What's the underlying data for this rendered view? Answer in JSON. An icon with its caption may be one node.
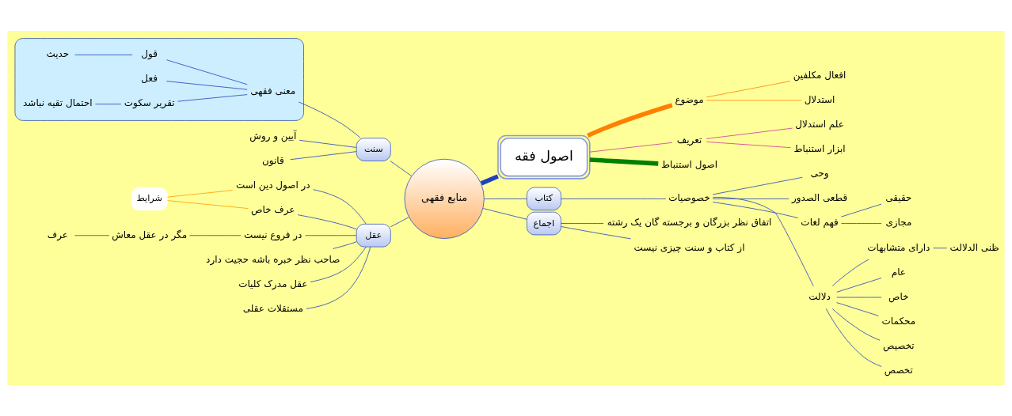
{
  "diagram": {
    "nodes": [
      {
        "text": [
          "اصول فقه"
        ]
      },
      {
        "text": [
          "موضوع"
        ]
      },
      {
        "text": [
          "افعال مکلفین"
        ]
      },
      {
        "text": [
          "استدلال"
        ]
      },
      {
        "text": [
          "تعریف"
        ]
      },
      {
        "text": [
          "علم استدلال"
        ]
      },
      {
        "text": [
          "ابزار استنباط"
        ]
      },
      {
        "text": [
          "اصول استنباط"
        ]
      },
      {
        "text": [
          "منابع فقهی"
        ]
      },
      {
        "text": [
          "کتاب"
        ]
      },
      {
        "text": [
          "خصوصیات"
        ]
      },
      {
        "text": [
          "وحی"
        ]
      },
      {
        "text": [
          "قطعی الصدور"
        ]
      },
      {
        "text": [
          "فهم لغات"
        ]
      },
      {
        "text": [
          "حقیقی"
        ]
      },
      {
        "text": [
          "مجازی"
        ]
      },
      {
        "text": [
          "دلالت"
        ]
      },
      {
        "text": [
          "دارای متشابهات"
        ]
      },
      {
        "text": [
          "ظنی الدلالت"
        ]
      },
      {
        "text": [
          "عام"
        ]
      },
      {
        "text": [
          "خاص"
        ]
      },
      {
        "text": [
          "محکمات"
        ]
      },
      {
        "text": [
          "تخصیص"
        ]
      },
      {
        "text": [
          "تخصص"
        ]
      },
      {
        "text": [
          "سنت"
        ]
      },
      {
        "text": [],
        "shape": "cloud"
      },
      {
        "text": [
          "معنی فقهی"
        ],
        "in": 25
      },
      {
        "text": [
          "قول"
        ],
        "in": 25
      },
      {
        "text": [
          "حدیث"
        ],
        "in": 25
      },
      {
        "text": [
          "فعل"
        ],
        "in": 25
      },
      {
        "text": [
          "تقریر سکوت"
        ],
        "in": 25
      },
      {
        "text": [
          "احتمال تقیه نباشد"
        ],
        "in": 25
      },
      {
        "text": [
          "آیین و روش"
        ]
      },
      {
        "text": [
          "قانون"
        ]
      },
      {
        "text": [
          "عقل"
        ]
      },
      {
        "text": [
          "در اصول دین است"
        ]
      },
      {
        "text": [
          "در فروع نیست"
        ]
      },
      {
        "text": [
          "مگر در عقل معاش"
        ]
      },
      {
        "text": [
          "عرف"
        ]
      },
      {
        "text": [
          "صاحب نظر خبره باشه حجیت دارد"
        ]
      },
      {
        "text": [
          "عقل مدرک کلیات"
        ]
      },
      {
        "text": [
          "مستقلات عقلی"
        ]
      },
      {
        "text": [
          "عرف خاص"
        ]
      },
      {
        "text": [
          "شرایط"
        ]
      },
      {
        "text": [
          "اجماع"
        ]
      },
      {
        "text": [
          "اتفاق نظر بزرگان و برجسته گان یک رشته"
        ]
      },
      {
        "text": [
          "از کتاب و سنت چیزی نیست"
        ]
      }
    ],
    "edges": [
      {
        "from": 0,
        "to": 1,
        "arrow": "none",
        "style": "thick",
        "color": "#ff8000"
      },
      {
        "from": 1,
        "to": 2,
        "arrow": "none",
        "color": "#ff8000"
      },
      {
        "from": 1,
        "to": 3,
        "arrow": "none",
        "color": "#ff8000"
      },
      {
        "from": 0,
        "to": 4,
        "arrow": "none",
        "color": "#cc3399"
      },
      {
        "from": 4,
        "to": 5,
        "arrow": "none",
        "color": "#cc3399"
      },
      {
        "from": 4,
        "to": 6,
        "arrow": "none",
        "color": "#cc3399"
      },
      {
        "from": 0,
        "to": 7,
        "arrow": "none",
        "style": "thick",
        "color": "#008000"
      },
      {
        "from": 0,
        "to": 8,
        "arrow": "none",
        "style": "thick"
      },
      {
        "from": 8,
        "to": 9,
        "arrow": "none"
      },
      {
        "from": 9,
        "to": 10,
        "arrow": "none"
      },
      {
        "from": 10,
        "to": 11,
        "arrow": "none"
      },
      {
        "from": 10,
        "to": 12,
        "arrow": "none"
      },
      {
        "from": 10,
        "to": 13,
        "arrow": "none"
      },
      {
        "from": 13,
        "to": 14,
        "arrow": "none"
      },
      {
        "from": 13,
        "to": 15,
        "arrow": "none"
      },
      {
        "from": 10,
        "to": 16,
        "arrow": "none"
      },
      {
        "from": 16,
        "to": 17,
        "arrow": "none"
      },
      {
        "from": 17,
        "to": 18,
        "arrow": "none"
      },
      {
        "from": 16,
        "to": 19,
        "arrow": "none"
      },
      {
        "from": 16,
        "to": 20,
        "arrow": "none"
      },
      {
        "from": 16,
        "to": 21,
        "arrow": "none"
      },
      {
        "from": 16,
        "to": 22,
        "arrow": "none"
      },
      {
        "from": 16,
        "to": 23,
        "arrow": "none"
      },
      {
        "from": 8,
        "to": 24,
        "arrow": "none"
      },
      {
        "from": 24,
        "to": 26,
        "arrow": "none"
      },
      {
        "from": 26,
        "to": 27,
        "arrow": "none"
      },
      {
        "from": 27,
        "to": 28,
        "arrow": "none"
      },
      {
        "from": 26,
        "to": 29,
        "arrow": "none"
      },
      {
        "from": 26,
        "to": 30,
        "arrow": "none"
      },
      {
        "from": 30,
        "to": 31,
        "arrow": "none"
      },
      {
        "from": 24,
        "to": 32,
        "arrow": "none"
      },
      {
        "from": 24,
        "to": 33,
        "arrow": "none"
      },
      {
        "from": 8,
        "to": 34,
        "arrow": "none"
      },
      {
        "from": 34,
        "to": 35,
        "arrow": "none"
      },
      {
        "from": 34,
        "to": 36,
        "arrow": "none"
      },
      {
        "from": 36,
        "to": 37,
        "arrow": "none"
      },
      {
        "from": 37,
        "to": 38,
        "arrow": "none"
      },
      {
        "from": 34,
        "to": 39,
        "arrow": "none"
      },
      {
        "from": 34,
        "to": 40,
        "arrow": "none"
      },
      {
        "from": 34,
        "to": 41,
        "arrow": "none"
      },
      {
        "from": 34,
        "to": 42,
        "arrow": "none"
      },
      {
        "from": 43,
        "to": 35,
        "arrow": "none",
        "color": "#ff9900"
      },
      {
        "from": 43,
        "to": 42,
        "arrow": "none",
        "color": "#ff9900"
      },
      {
        "from": 8,
        "to": 44,
        "arrow": "none"
      },
      {
        "from": 44,
        "to": 45,
        "arrow": "none"
      },
      {
        "from": 44,
        "to": 46,
        "arrow": "none"
      }
    ]
  }
}
